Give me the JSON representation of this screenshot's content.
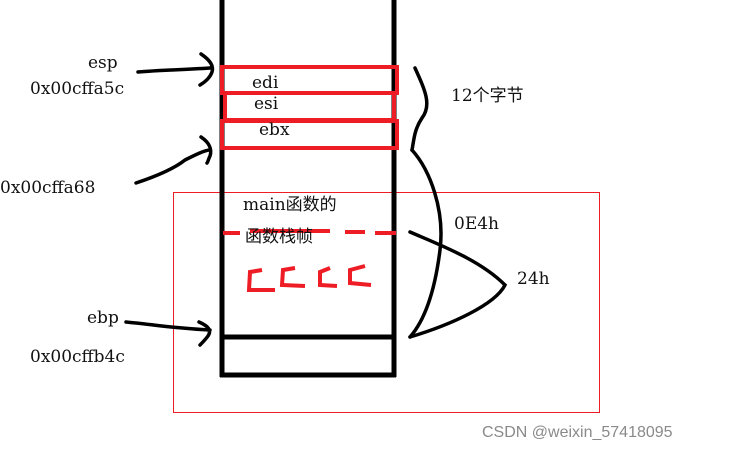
{
  "labels": {
    "esp": "esp",
    "esp_addr": "0x00cffa5c",
    "ebx_addr": "0x00cffa68",
    "ebp": "ebp",
    "ebp_addr": "0x00cffb4c",
    "edi": "edi",
    "esi": "esi",
    "ebx": "ebx",
    "frame_line1": "main函数的",
    "frame_line2": "函数栈帧",
    "bytes_12": "12个字节",
    "size_0e4h": "0E4h",
    "size_24h": "24h"
  },
  "watermark": "CSDN @weixin_57418095",
  "colors": {
    "stroke": "#000000",
    "highlight": "#ee1c24",
    "watermark": "#8a8a8a"
  }
}
